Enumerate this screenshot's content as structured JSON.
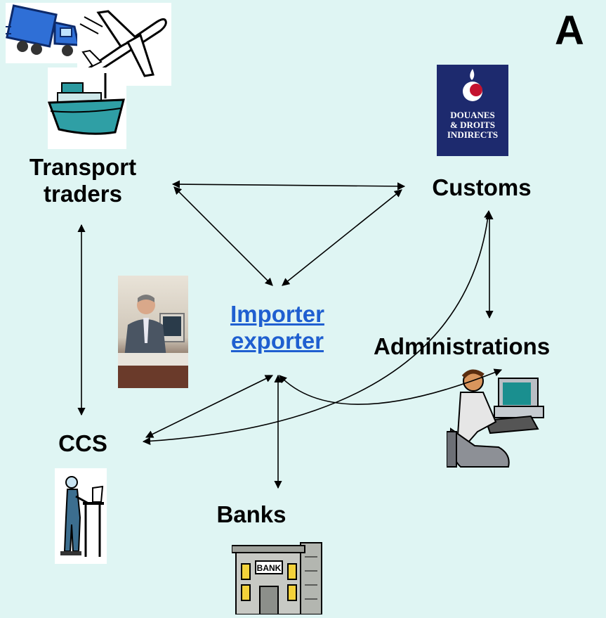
{
  "corner_letter": "A",
  "nodes": {
    "transport": {
      "line1": "Transport",
      "line2": "traders"
    },
    "customs": {
      "label": "Customs"
    },
    "importer": {
      "line1": "Importer",
      "line2": "exporter"
    },
    "administrations": {
      "label": "Administrations"
    },
    "ccs": {
      "label": "CCS"
    },
    "banks": {
      "label": "Banks"
    }
  },
  "logo": {
    "line1": "DOUANES",
    "line2": "& DROITS",
    "line3": "INDIRECTS"
  },
  "bank_sign": "BANK",
  "colors": {
    "background": "#dff5f3",
    "link": "#1f5fd0",
    "logo_bg": "#1d2a6e"
  }
}
